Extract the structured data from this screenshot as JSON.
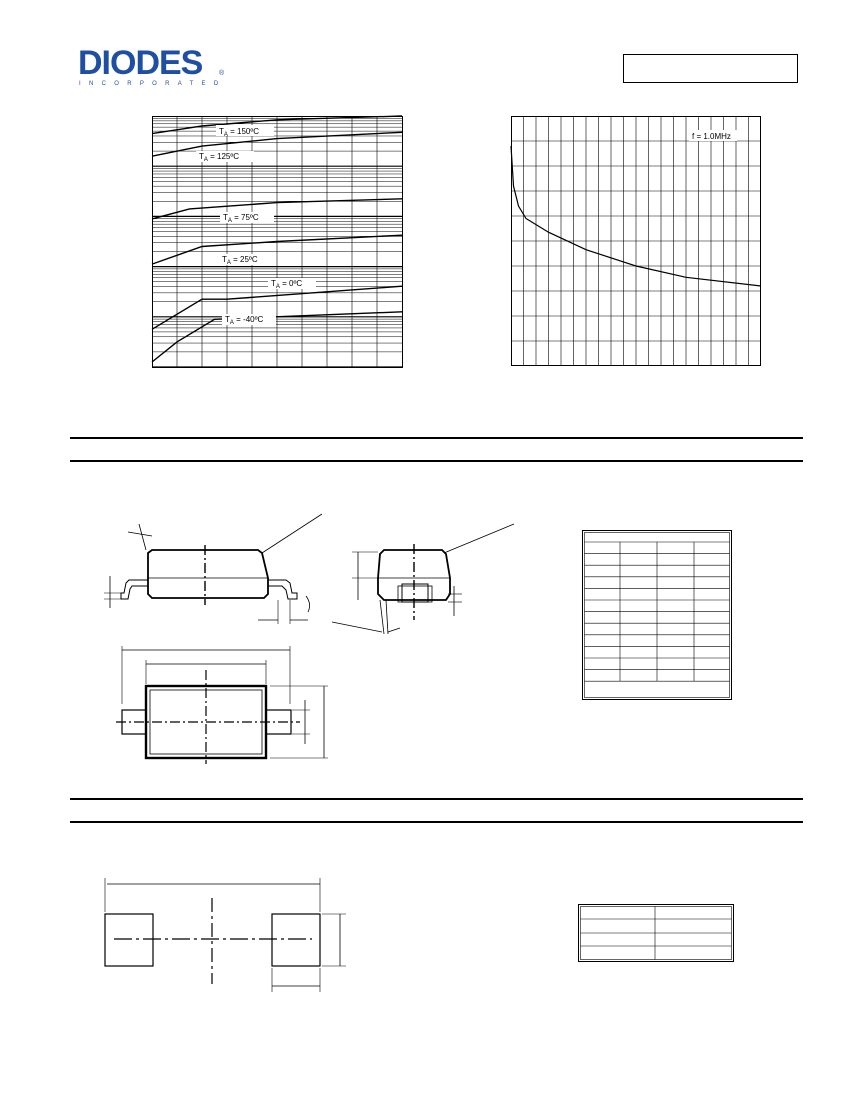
{
  "header": {
    "logo": {
      "brand": "DIODES",
      "sub": "INCORPORATED",
      "registered": "®"
    },
    "part_number_box": ""
  },
  "charts": {
    "leakage": {
      "annotations": {
        "t150": {
          "base": "T",
          "sub": "A",
          "rest": " = 150ºC"
        },
        "t125": {
          "base": "T",
          "sub": "A",
          "rest": " = 125ºC"
        },
        "t75": {
          "base": "T",
          "sub": "A",
          "rest": " = 75ºC"
        },
        "t25": {
          "base": "T",
          "sub": "A",
          "rest": " = 25ºC"
        },
        "t0": {
          "base": "T",
          "sub": "A",
          "rest": " = 0ºC"
        },
        "tm40": {
          "base": "T",
          "sub": "A",
          "rest": " = -40ºC"
        }
      }
    },
    "capacitance": {
      "annotation": "f = 1.0MHz"
    }
  },
  "chart_data": [
    {
      "type": "line",
      "scale": "log-y",
      "series": [
        {
          "name": "TA = 150ºC",
          "points": [
            [
              0.0,
              0.93
            ],
            [
              0.2,
              0.96
            ],
            [
              0.5,
              0.985
            ],
            [
              1.0,
              1.0
            ]
          ]
        },
        {
          "name": "TA = 125ºC",
          "points": [
            [
              0.0,
              0.84
            ],
            [
              0.2,
              0.88
            ],
            [
              0.5,
              0.91
            ],
            [
              1.0,
              0.935
            ]
          ]
        },
        {
          "name": "TA = 75ºC",
          "points": [
            [
              0.0,
              0.59
            ],
            [
              0.15,
              0.63
            ],
            [
              0.5,
              0.655
            ],
            [
              1.0,
              0.67
            ]
          ]
        },
        {
          "name": "TA = 25ºC",
          "points": [
            [
              0.0,
              0.41
            ],
            [
              0.2,
              0.48
            ],
            [
              0.5,
              0.5
            ],
            [
              1.0,
              0.525
            ]
          ]
        },
        {
          "name": "TA = 0ºC",
          "points": [
            [
              0.0,
              0.15
            ],
            [
              0.2,
              0.27
            ],
            [
              0.3,
              0.27
            ],
            [
              1.0,
              0.322
            ]
          ]
        },
        {
          "name": "TA = -40ºC",
          "points": [
            [
              0.0,
              0.02
            ],
            [
              0.1,
              0.1
            ],
            [
              0.25,
              0.19
            ],
            [
              1.0,
              0.22
            ]
          ]
        }
      ],
      "grid": true
    },
    {
      "type": "line",
      "series": [
        {
          "name": "f = 1.0MHz",
          "points": [
            [
              0.0,
              0.88
            ],
            [
              0.01,
              0.72
            ],
            [
              0.03,
              0.64
            ],
            [
              0.06,
              0.59
            ],
            [
              0.15,
              0.535
            ],
            [
              0.3,
              0.465
            ],
            [
              0.5,
              0.4
            ],
            [
              0.7,
              0.355
            ],
            [
              1.0,
              0.32
            ]
          ]
        }
      ],
      "grid": true
    }
  ],
  "dimension_table": {
    "rows": 12,
    "cols": 4
  },
  "pad_table": {
    "rows": 4,
    "cols": 2
  }
}
